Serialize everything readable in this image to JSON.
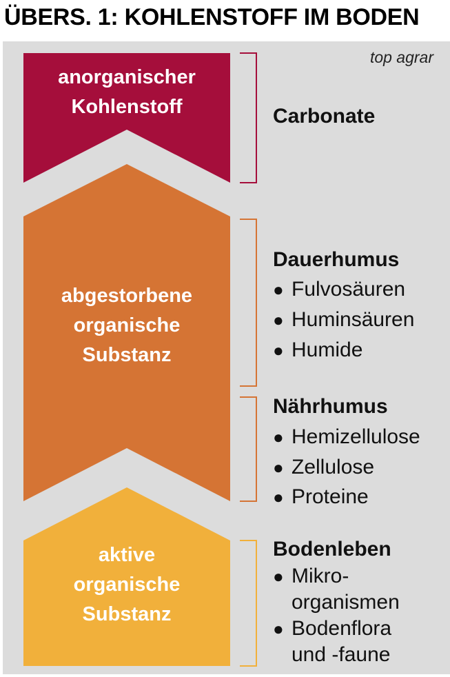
{
  "title": "ÜBERS. 1: KOHLENSTOFF IM BODEN",
  "source": "top agrar",
  "colors": {
    "panel": "#dcdcdc",
    "anorganic": "#a50e3b",
    "dead_organic": "#d57434",
    "active_organic": "#f1b03b"
  },
  "blocks": {
    "anorganic": {
      "line1": "anorganischer",
      "line2": "Kohlenstoff"
    },
    "dead": {
      "line1": "abgestorbene",
      "line2": "organische",
      "line3": "Substanz"
    },
    "active": {
      "line1": "aktive",
      "line2": "organische",
      "line3": "Substanz"
    }
  },
  "groups": {
    "carbonate": {
      "title": "Carbonate"
    },
    "dauerhumus": {
      "title": "Dauerhumus",
      "items": [
        "Fulvosäuren",
        "Huminsäuren",
        "Humide"
      ]
    },
    "naehrhumus": {
      "title": "Nährhumus",
      "items": [
        "Hemizellulose",
        "Zellulose",
        "Proteine"
      ]
    },
    "bodenleben": {
      "title": "Bodenleben",
      "item1": {
        "line1": "Mikro-",
        "line2": "organismen"
      },
      "item2": {
        "line1": "Bodenflora",
        "line2": "und -faune"
      }
    }
  }
}
